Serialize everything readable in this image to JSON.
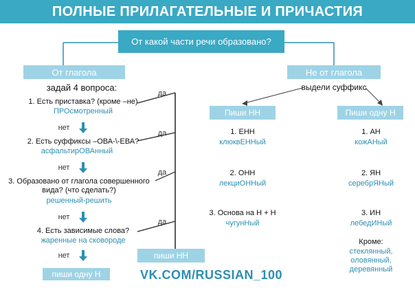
{
  "header": {
    "title": "ПОЛНЫЕ ПРИЛАГАТЕЛЬНЫЕ И ПРИЧАСТИЯ"
  },
  "question": {
    "text": "От какой части речи образовано?"
  },
  "left": {
    "title": "От глагола",
    "subtitle": "задай 4 вопроса:",
    "q1": {
      "text": "1. Есть приставка? (кроме –не)",
      "example": "ПРОсмотренный"
    },
    "q2": {
      "text": "2. Есть суффиксы –ОВА-\\-ЕВА?",
      "example": "асфальтирОВАнный"
    },
    "q3": {
      "line1": "3. Образовано от глагола совершенного",
      "line2": "вида? (что сделать?)",
      "example": "решенный-решить"
    },
    "q4": {
      "text": "4. Есть зависимые слова?",
      "example": "жаренные на сковороде"
    },
    "no_label": "нет",
    "yes_label": "да",
    "result_single": "пиши одну Н",
    "result_double": "пиши НН"
  },
  "right": {
    "title": "Не от глагола",
    "subtitle": "выдели суффикс",
    "nn": {
      "title": "Пиши НН",
      "items": [
        {
          "rule": "1. ЕНН",
          "example": "клюквЕННый"
        },
        {
          "rule": "2. ОНН",
          "example": "лекциОННый"
        },
        {
          "rule": "3. Основа на Н + Н",
          "example": "чугунНый"
        }
      ]
    },
    "n": {
      "title": "Пиши одну Н",
      "items": [
        {
          "rule": "1. АН",
          "example": "кожАНый"
        },
        {
          "rule": "2. ЯН",
          "example": "серебрЯНый"
        },
        {
          "rule": "3. ИН",
          "example": "лебедИНый"
        }
      ],
      "except_label": "Кроме:",
      "except_words": [
        "стеклянный,",
        "оловянный,",
        "деревянный"
      ]
    }
  },
  "footer": {
    "link": "VK.COM/RUSSIAN_100"
  },
  "colors": {
    "primary": "#3aa9c4",
    "light": "#9ed3e5",
    "accent": "#2c8fb3"
  }
}
